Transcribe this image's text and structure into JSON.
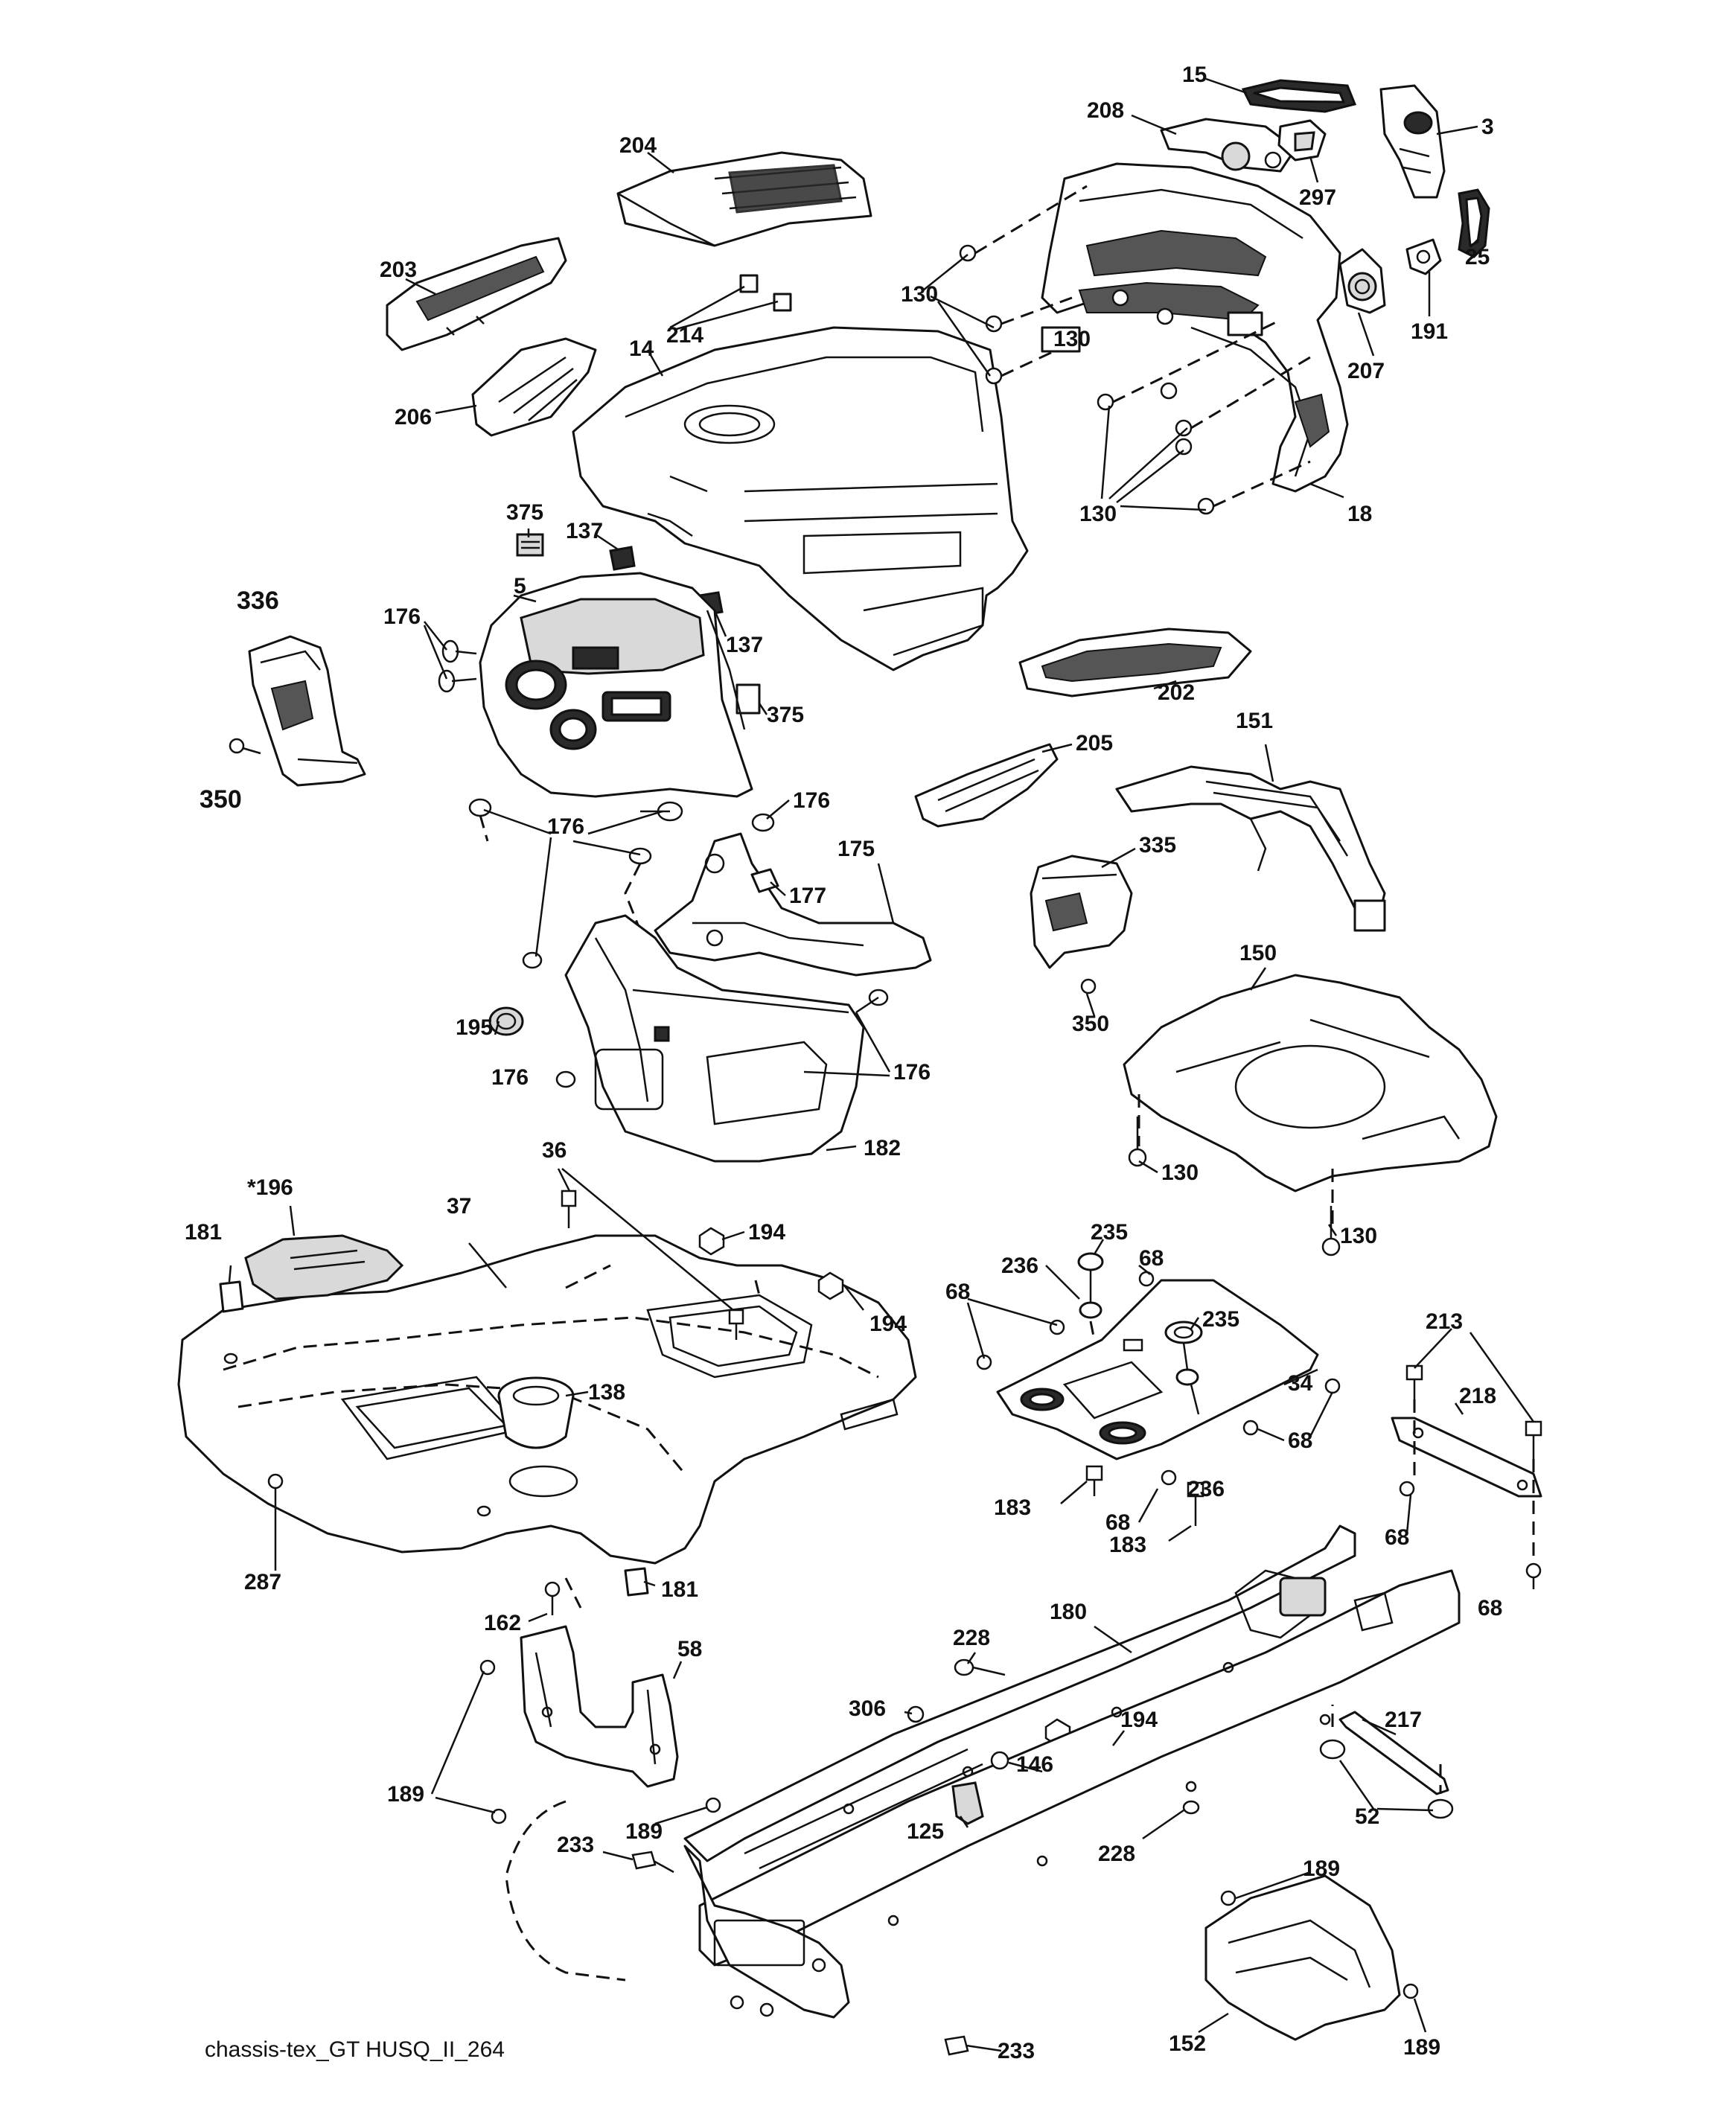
{
  "diagram": {
    "caption": "chassis-tex_GT HUSQ_II_264",
    "callouts": [
      "15",
      "208",
      "3",
      "204",
      "297",
      "25",
      "191",
      "130",
      "203",
      "214",
      "207",
      "14",
      "206",
      "18",
      "375",
      "137",
      "336",
      "5",
      "176",
      "350",
      "175",
      "177",
      "205",
      "202",
      "151",
      "335",
      "150",
      "195",
      "182",
      "36",
      "*196",
      "37",
      "181",
      "194",
      "235",
      "236",
      "68",
      "34",
      "213",
      "218",
      "138",
      "183",
      "287",
      "162",
      "180",
      "228",
      "58",
      "306",
      "146",
      "217",
      "189",
      "125",
      "52",
      "233",
      "152"
    ]
  }
}
